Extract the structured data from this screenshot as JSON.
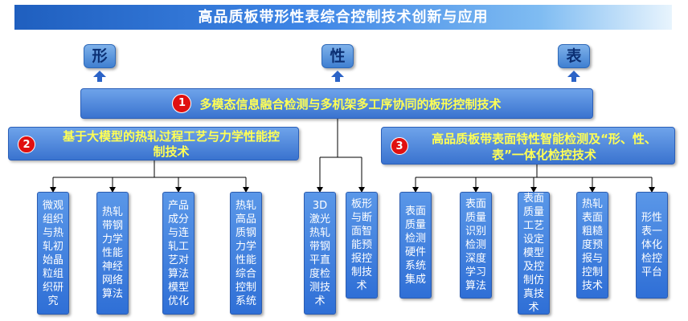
{
  "title": "高品质板带形性表综合控制技术创新与应用",
  "keys": [
    "形",
    "性",
    "表"
  ],
  "bar1": {
    "num": "1",
    "text": "多模态信息融合检测与多机架多工序协同的板形控制技术"
  },
  "bar2": {
    "num": "2",
    "line1": "基于大模型的热轧过程工艺与力学性能控",
    "line2": "制技术"
  },
  "bar3": {
    "num": "3",
    "line1": "高品质板带表面特性智能检测及“形、性、",
    "line2": "表”一体化检控技术"
  },
  "left_leaves": [
    "微观组织与热轧初始晶粒组织研究",
    "热轧带钢力学性能神经网络算法",
    "产品成分与连轧工艺对算法模型优化",
    "热轧高品质钢力学性能综合控制系统"
  ],
  "mid_leaves": [
    "3D激光热轧带钢平直度检测技术",
    "板形与断面智能预报控制技术"
  ],
  "right_leaves": [
    "表面质量检测硬件系统集成",
    "表面质量识别检测深度学习算法",
    "表面质量工艺设定模型及控制仿真技术",
    "热轧表面粗糙度预报与控制技术",
    "形性表一体化检控平台"
  ]
}
